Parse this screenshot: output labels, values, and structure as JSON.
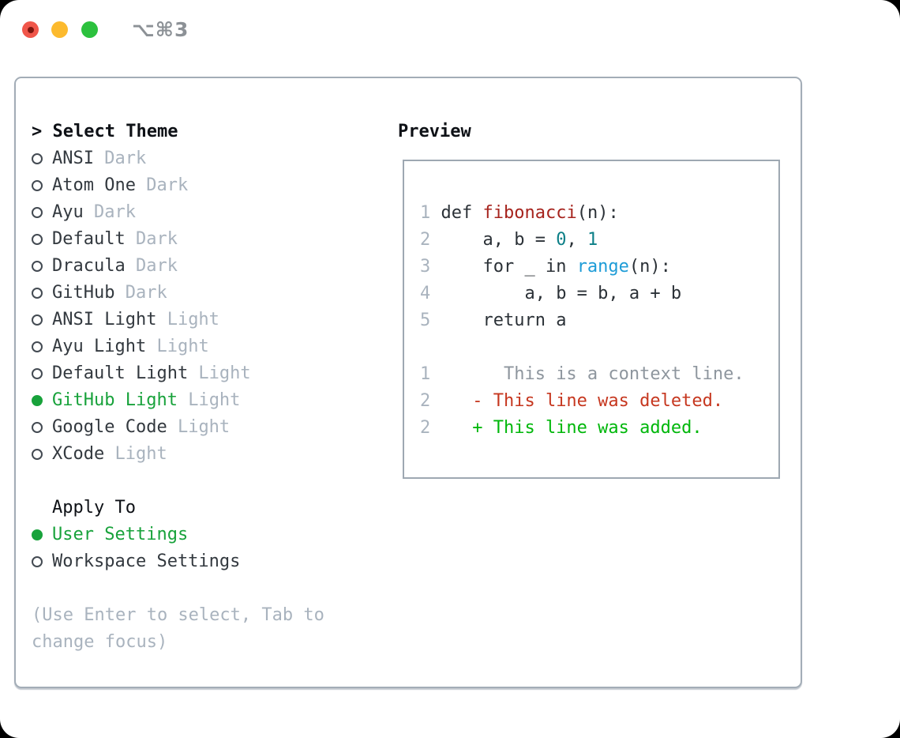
{
  "window": {
    "title": "⌥⌘3",
    "traffic_lights": {
      "close": "close-button-with-unsaved-dot",
      "minimize": "minimize-button",
      "zoom": "zoom-button"
    }
  },
  "theme_panel": {
    "header": {
      "cursor": ">",
      "label": "Select Theme"
    },
    "themes": [
      {
        "name": "ANSI",
        "tag": "Dark",
        "selected": false
      },
      {
        "name": "Atom One",
        "tag": "Dark",
        "selected": false
      },
      {
        "name": "Ayu",
        "tag": "Dark",
        "selected": false
      },
      {
        "name": "Default",
        "tag": "Dark",
        "selected": false
      },
      {
        "name": "Dracula",
        "tag": "Dark",
        "selected": false
      },
      {
        "name": "GitHub",
        "tag": "Dark",
        "selected": false
      },
      {
        "name": "ANSI Light",
        "tag": "Light",
        "selected": false
      },
      {
        "name": "Ayu Light",
        "tag": "Light",
        "selected": false
      },
      {
        "name": "Default Light",
        "tag": "Light",
        "selected": false
      },
      {
        "name": "GitHub Light",
        "tag": "Light",
        "selected": true
      },
      {
        "name": "Google Code",
        "tag": "Light",
        "selected": false
      },
      {
        "name": "XCode",
        "tag": "Light",
        "selected": false
      }
    ],
    "apply_to": {
      "label": "Apply To",
      "options": [
        {
          "name": "User Settings",
          "selected": true
        },
        {
          "name": "Workspace Settings",
          "selected": false
        }
      ]
    },
    "hint": [
      "(Use Enter to select, Tab to",
      "change focus)"
    ]
  },
  "preview": {
    "label": "Preview",
    "lines": [
      [
        {
          "text": "1 ",
          "style": "num"
        },
        {
          "text": "def ",
          "style": "code"
        },
        {
          "text": "fibonacci",
          "style": "func"
        },
        {
          "text": "(n):",
          "style": "code"
        }
      ],
      [
        {
          "text": "2",
          "style": "num"
        },
        {
          "text": "     a, b = ",
          "style": "code"
        },
        {
          "text": "0",
          "style": "numlit"
        },
        {
          "text": ", ",
          "style": "code"
        },
        {
          "text": "1",
          "style": "numlit"
        }
      ],
      [
        {
          "text": "3",
          "style": "num"
        },
        {
          "text": "     for _ in ",
          "style": "code"
        },
        {
          "text": "range",
          "style": "builtin"
        },
        {
          "text": "(n):",
          "style": "code"
        }
      ],
      [
        {
          "text": "4",
          "style": "num"
        },
        {
          "text": "         a, b = b, a + b",
          "style": "code"
        }
      ],
      [
        {
          "text": "5",
          "style": "num"
        },
        {
          "text": "     return a",
          "style": "code"
        }
      ],
      [],
      [
        {
          "text": "1",
          "style": "num"
        },
        {
          "text": "       This is a context line.",
          "style": "context"
        }
      ],
      [
        {
          "text": "2",
          "style": "num"
        },
        {
          "text": "    - This line was deleted.",
          "style": "deleted"
        }
      ],
      [
        {
          "text": "2",
          "style": "num"
        },
        {
          "text": "    + This line was added.",
          "style": "added"
        }
      ]
    ]
  },
  "colors": {
    "selected_green": "#18a23b",
    "added_green": "#00b70b",
    "deleted_red": "#c6371f",
    "function_red": "#a6231d",
    "builtin_blue": "#1e9cd7",
    "number_teal": "#0c7f87",
    "muted_gray": "#a9b3be",
    "text_dark": "#2b3137",
    "traffic_red": "#f0564a",
    "traffic_yellow": "#fcba2e",
    "traffic_green": "#2cc13e"
  }
}
